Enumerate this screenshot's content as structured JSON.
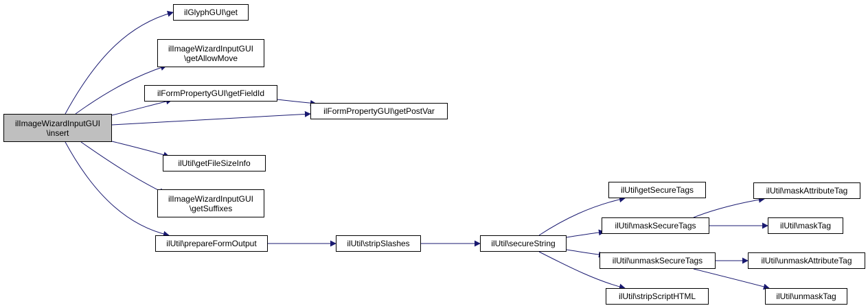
{
  "graph": {
    "edge_color": "#191970",
    "root_fill": "#bfbfbf",
    "nodes": [
      {
        "id": "insert",
        "label": "ilImageWizardInputGUI\n\\insert",
        "root": true
      },
      {
        "id": "glyph_get",
        "label": "ilGlyphGUI\\get"
      },
      {
        "id": "getAllowMove",
        "label": "ilImageWizardInputGUI\n\\getAllowMove"
      },
      {
        "id": "getFieldId",
        "label": "ilFormPropertyGUI\\getFieldId"
      },
      {
        "id": "getPostVar",
        "label": "ilFormPropertyGUI\\getPostVar"
      },
      {
        "id": "getFileSizeInfo",
        "label": "ilUtil\\getFileSizeInfo"
      },
      {
        "id": "getSuffixes",
        "label": "ilImageWizardInputGUI\n\\getSuffixes"
      },
      {
        "id": "prepareFormOutput",
        "label": "ilUtil\\prepareFormOutput"
      },
      {
        "id": "stripSlashes",
        "label": "ilUtil\\stripSlashes"
      },
      {
        "id": "secureString",
        "label": "ilUtil\\secureString"
      },
      {
        "id": "getSecureTags",
        "label": "ilUtil\\getSecureTags"
      },
      {
        "id": "maskSecureTags",
        "label": "ilUtil\\maskSecureTags"
      },
      {
        "id": "unmaskSecureTags",
        "label": "ilUtil\\unmaskSecureTags"
      },
      {
        "id": "stripScriptHTML",
        "label": "ilUtil\\stripScriptHTML"
      },
      {
        "id": "maskAttributeTag",
        "label": "ilUtil\\maskAttributeTag"
      },
      {
        "id": "maskTag",
        "label": "ilUtil\\maskTag"
      },
      {
        "id": "unmaskAttributeTag",
        "label": "ilUtil\\unmaskAttributeTag"
      },
      {
        "id": "unmaskTag",
        "label": "ilUtil\\unmaskTag"
      }
    ],
    "edges": [
      [
        "insert",
        "glyph_get"
      ],
      [
        "insert",
        "getAllowMove"
      ],
      [
        "insert",
        "getFieldId"
      ],
      [
        "insert",
        "getPostVar"
      ],
      [
        "insert",
        "getFileSizeInfo"
      ],
      [
        "insert",
        "getSuffixes"
      ],
      [
        "insert",
        "prepareFormOutput"
      ],
      [
        "getFieldId",
        "getPostVar"
      ],
      [
        "prepareFormOutput",
        "stripSlashes"
      ],
      [
        "stripSlashes",
        "secureString"
      ],
      [
        "secureString",
        "getSecureTags"
      ],
      [
        "secureString",
        "maskSecureTags"
      ],
      [
        "secureString",
        "unmaskSecureTags"
      ],
      [
        "secureString",
        "stripScriptHTML"
      ],
      [
        "maskSecureTags",
        "maskAttributeTag"
      ],
      [
        "maskSecureTags",
        "maskTag"
      ],
      [
        "unmaskSecureTags",
        "unmaskAttributeTag"
      ],
      [
        "unmaskSecureTags",
        "unmaskTag"
      ]
    ]
  }
}
